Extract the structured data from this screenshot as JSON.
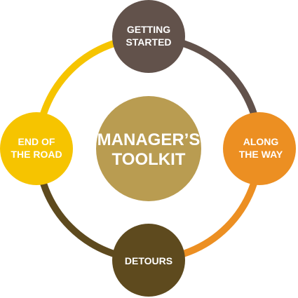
{
  "center": {
    "line1": "MANAGER’S",
    "line2": "TOOLKIT",
    "color": "#B99C51"
  },
  "nodes": {
    "top": {
      "line1": "GETTING",
      "line2": "STARTED",
      "color": "#62524B"
    },
    "right": {
      "line1": "ALONG",
      "line2": "THE WAY",
      "color": "#EC8F22"
    },
    "bottom": {
      "line1": "DETOURS",
      "color": "#5E4A1E"
    },
    "left": {
      "line1": "END OF",
      "line2": "THE ROAD",
      "color": "#F6C400"
    }
  },
  "ring_colors": {
    "top_to_right": "#62524B",
    "right_to_bottom": "#EC8F22",
    "bottom_to_left": "#5E4A1E",
    "left_to_top": "#F6C400"
  }
}
